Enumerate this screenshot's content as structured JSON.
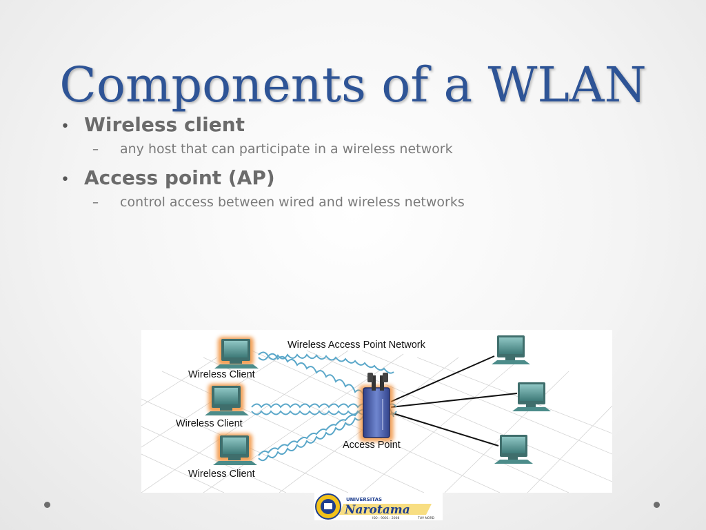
{
  "slide": {
    "title": "Components of a WLAN",
    "bullets": [
      {
        "text": "Wireless client",
        "sub": "any host that can participate in a wireless network"
      },
      {
        "text": "Access point (AP)",
        "sub": "control access between wired and wireless networks"
      }
    ]
  },
  "diagram": {
    "heading": "Wireless Access Point Network",
    "client_labels": [
      "Wireless Client",
      "Wireless Client",
      "Wireless Client"
    ],
    "ap_label": "Access Point"
  },
  "logo": {
    "line1": "UNIVERSITAS",
    "name": "Narotama",
    "iso": "ISO : 9001 : 2008",
    "cert": "TUV NORD"
  },
  "colors": {
    "title": "#2e5496",
    "bullet_text": "#6b6b6b",
    "wave": "#5aa7c9",
    "monitor": "#4c8c8a",
    "client_glow": "#f0903a",
    "ap_body": "#4a5fa8"
  }
}
